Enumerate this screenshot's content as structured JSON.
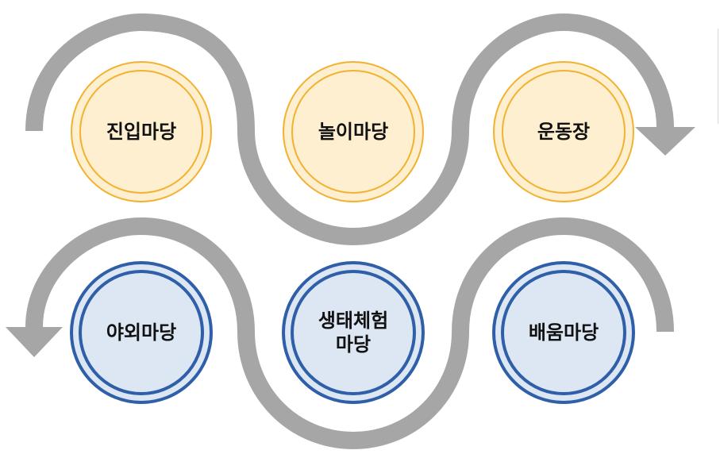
{
  "diagram": {
    "nodes": [
      {
        "id": "entrance",
        "lines": [
          "진입마당"
        ],
        "style": "orange"
      },
      {
        "id": "play",
        "lines": [
          "놀이마당"
        ],
        "style": "orange"
      },
      {
        "id": "playground",
        "lines": [
          "운동장"
        ],
        "style": "orange"
      },
      {
        "id": "learning",
        "lines": [
          "배움마당"
        ],
        "style": "blue"
      },
      {
        "id": "ecology",
        "lines": [
          "생태체험",
          "마당"
        ],
        "style": "blue"
      },
      {
        "id": "outdoor",
        "lines": [
          "야외마당"
        ],
        "style": "blue"
      }
    ],
    "flow_order": [
      "진입마당",
      "놀이마당",
      "운동장",
      "배움마당",
      "생태체험 마당",
      "야외마당"
    ],
    "colors": {
      "path": "#a6a6a6",
      "orange_fill": "#fdefd0",
      "orange_stroke": "#f2b230",
      "blue_fill": "#dde7f4",
      "blue_stroke": "#2f5fa8",
      "text": "#111111"
    }
  }
}
